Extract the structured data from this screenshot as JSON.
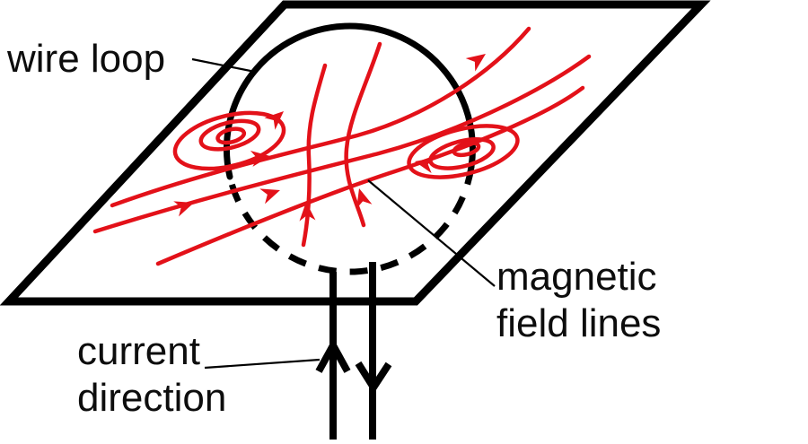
{
  "diagram": {
    "type": "physics-illustration",
    "subject": "magnetic field of a current-carrying wire loop passing through a plane",
    "background_color": "#ffffff",
    "colors": {
      "field_lines": "#e31119",
      "structure_black": "#000000",
      "text": "#0d0d0d"
    },
    "labels": {
      "wire_loop": "wire loop",
      "magnetic_field": {
        "line1": "magnetic",
        "line2": "field lines"
      },
      "current_direction": {
        "line1": "current",
        "line2": "direction"
      }
    },
    "icons": {
      "current_up_arrow": "chevron-up",
      "current_down_arrow": "chevron-down",
      "field_direction_arrows": "filled-triangle-arrowheads"
    },
    "elements": [
      "tilted plane (parallelogram outline)",
      "wire loop: solid front arc, dashed rear arc",
      "two vertical lead wires with opposite current arrows",
      "red magnetic field streamlines through the loop",
      "red field-line spirals around left and right wire cross-sections",
      "thin leader lines from each text label to the drawing"
    ]
  }
}
